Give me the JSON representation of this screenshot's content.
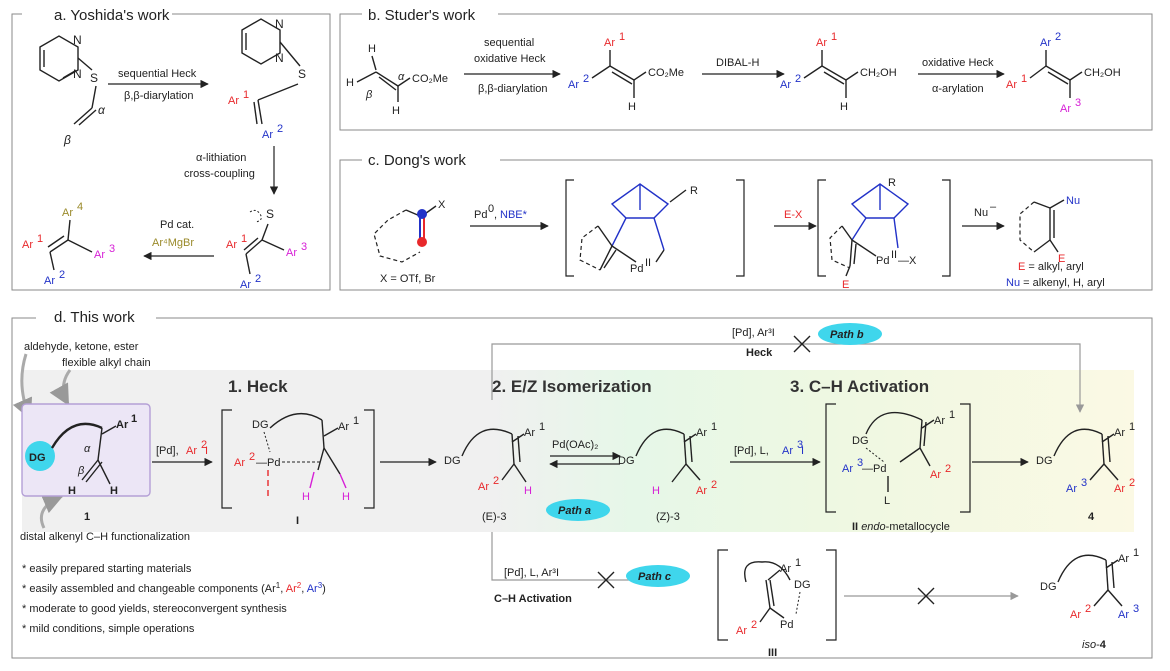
{
  "panels": {
    "a": {
      "heading": "a. Yoshida's work",
      "step1_above": "sequential Heck",
      "step1_below": "β,β-diarylation",
      "step2_line1": "α-lithiation",
      "step2_line2": "cross-coupling",
      "step3_above": "Pd cat.",
      "step3_below_reagent": "Ar⁴MgBr"
    },
    "b": {
      "heading": "b. Studer's work",
      "step1_line1": "sequential",
      "step1_line2": "oxidative Heck",
      "step1_below": "β,β-diarylation",
      "step2_above": "DIBAL-H",
      "step3_above": "oxidative Heck",
      "step3_below": "α-arylation",
      "ester": "CO₂Me",
      "alcohol": "CH₂OH"
    },
    "c": {
      "heading": "c. Dong's work",
      "x_note": "X = OTf, Br",
      "step1_reagents": "Pd⁰, NBE*",
      "step2_reagent": "E-X",
      "step3_reagent": "Nu⁻",
      "product_note_e": "E = alkyl, aryl",
      "product_note_nu": "Nu = alkenyl, H, aryl"
    },
    "d": {
      "heading": "d. This work",
      "callout_1": "aldehyde, ketone, ester",
      "callout_2": "flexible alkyl chain",
      "callout_3": "distal alkenyl C–H functionalization",
      "stage_1": "1. Heck",
      "stage_2": "2. E/Z Isomerization",
      "stage_3": "3. C–H Activation",
      "compound_1": "1",
      "intermediate_I": "I",
      "e3": "(E)-3",
      "z3": "(Z)-3",
      "intermediate_II": "II endo-metallocycle",
      "product_4": "4",
      "intermediate_III": "III",
      "iso4": "iso-4",
      "heck_reagents": "[Pd], Ar²I",
      "iso_reagent": "Pd(OAc)₂",
      "ch_reagents": "[Pd], L, Ar³I",
      "path_b_reagent": "[Pd], Ar³I",
      "path_b_label": "Heck",
      "path_c_reagent": "[Pd], L, Ar³I",
      "path_c_label": "C–H Activation",
      "path_a": "Path a",
      "path_b": "Path b",
      "path_c": "Path c",
      "bullets": [
        "* easily prepared starting materials",
        "* easily assembled and changeable components (Ar¹, Ar², Ar³)",
        "* moderate to good yields, stereoconvergent synthesis",
        "* mild conditions, simple operations"
      ]
    }
  },
  "colors": {
    "ar1": "#222222",
    "ar2": "#e8282b",
    "ar3": "#2232c8",
    "ar3_magenta": "#d61fd6",
    "ar4": "#9a8a2a",
    "badge": "#3fd6ec"
  }
}
